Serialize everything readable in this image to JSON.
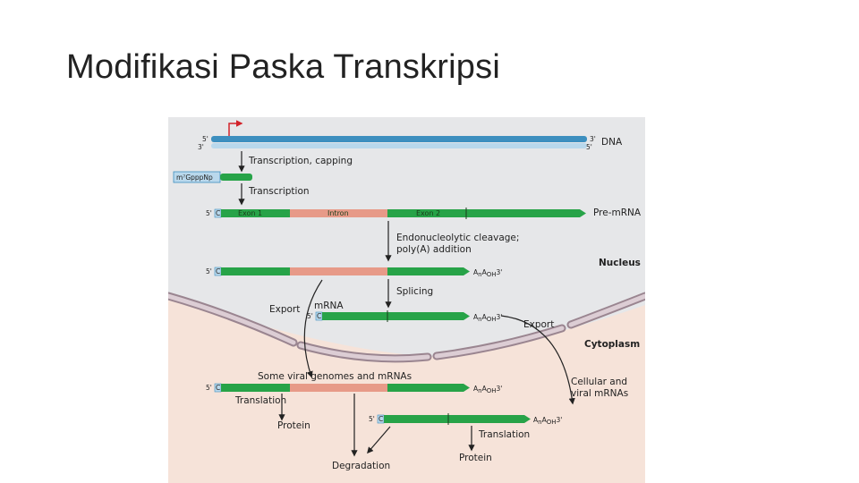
{
  "title": "Modifikasi Paska Transkripsi",
  "diagram": {
    "dna": {
      "five_prime": "5'",
      "three_prime": "3'",
      "bottom_five": "5'",
      "bottom_three": "3'",
      "label": "DNA"
    },
    "cap_label": "m⁷Gppp",
    "cap_suffix": "Np",
    "cap_tag": "C",
    "steps": {
      "transcription_capping": "Transcription, capping",
      "transcription": "Transcription",
      "cleavage_line1": "Endonucleolytic cleavage;",
      "cleavage_line2": "poly(A) addition",
      "splicing": "Splicing",
      "export_left": "Export",
      "export_right": "Export",
      "translation_left": "Translation",
      "translation_right": "Translation"
    },
    "segments": {
      "exon1": "Exon 1",
      "intron": "Intron",
      "exon2": "Exon 2"
    },
    "labels": {
      "pre_mrna": "Pre-mRNA",
      "nucleus": "Nucleus",
      "mrna": "mRNA",
      "cytoplasm": "Cytoplasm",
      "viral_genomes": "Some viral genomes and mRNAs",
      "cellular_line1": "Cellular and",
      "cellular_line2": "viral mRNAs",
      "protein_left": "Protein",
      "protein_right": "Protein",
      "degradation": "Degradation",
      "five_prime": "5'",
      "three_prime": "3'",
      "polya_a": "A",
      "polya_n": "n",
      "polya_oh": "OH"
    },
    "colors": {
      "nucleus_bg": "#e6e7e9",
      "cytoplasm_bg": "#f6e3d9",
      "dna_blue": "#3d8fbf",
      "dna_light": "#b9d8ec",
      "exon_green": "#27a348",
      "intron_salmon": "#e79a88",
      "membrane": "#b59aa6",
      "arrow_red": "#d2232a"
    }
  }
}
